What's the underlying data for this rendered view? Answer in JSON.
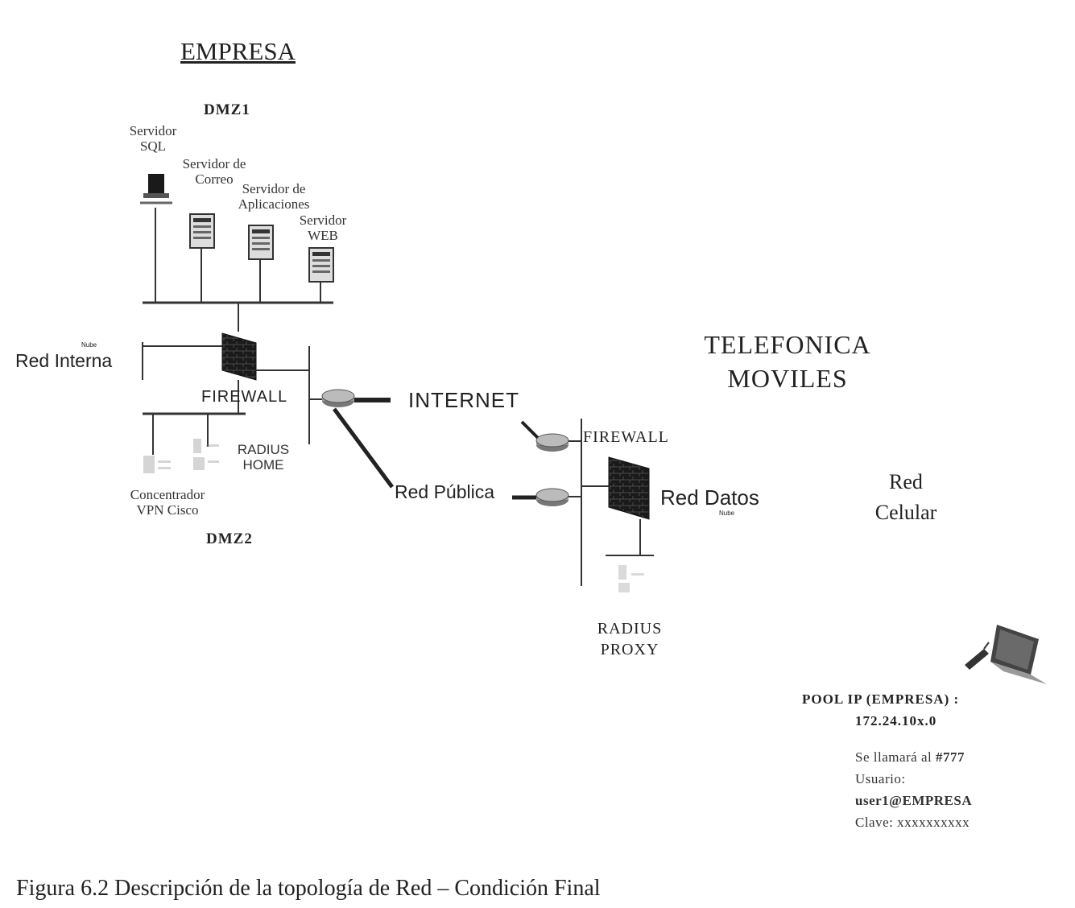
{
  "title": "EMPRESA",
  "dmz1": "DMZ1",
  "dmz2": "DMZ2",
  "servers": {
    "sql": [
      "Servidor",
      "SQL"
    ],
    "correo": [
      "Servidor de",
      "Correo"
    ],
    "aplicaciones": [
      "Servidor de",
      "Aplicaciones"
    ],
    "web": [
      "Servidor",
      "WEB"
    ]
  },
  "red_interna": {
    "label": "Red Interna",
    "cloud": "Nube"
  },
  "firewall_empresa": "FIREWALL",
  "radius_home": [
    "RADIUS",
    "HOME"
  ],
  "concentrador": [
    "Concentrador",
    "VPN Cisco"
  ],
  "internet": "INTERNET",
  "red_publica": "Red Pública",
  "telefonica": [
    "TELEFONICA",
    "MOVILES"
  ],
  "firewall_telefonica": "FIREWALL",
  "red_datos": {
    "label": "Red Datos",
    "cloud": "Nube"
  },
  "red_celular": [
    "Red",
    "Celular"
  ],
  "radius_proxy": [
    "RADIUS",
    "PROXY"
  ],
  "pool": [
    "POOL IP (EMPRESA) :",
    "172.24.10x.0"
  ],
  "connection": {
    "call_prefix": "Se llamará al",
    "call_number": "#777",
    "user_label": "Usuario:",
    "user_value": "user1@EMPRESA",
    "password_label": "Clave:",
    "password_value": "xxxxxxxxxx"
  },
  "caption": "Figura 6.2 Descripción de la topología de Red – Condición Final",
  "colors": {
    "line": "#333333",
    "wall": "#1a1a1a",
    "router": "#8a8a8a"
  }
}
